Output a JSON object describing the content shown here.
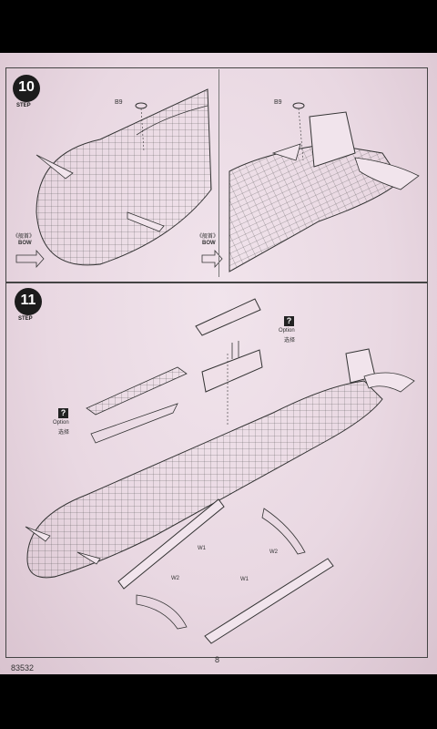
{
  "page": {
    "number": "8",
    "code": "83532"
  },
  "step10": {
    "number": "10",
    "step_label": "STEP",
    "left_part": "B9",
    "right_part": "B9",
    "left_direction_cn": "《舰首》",
    "left_direction_en": "BOW",
    "right_direction_cn": "《舰首》",
    "right_direction_en": "BOW"
  },
  "step11": {
    "number": "11",
    "step_label": "STEP",
    "option_top_en": "Option",
    "option_top_cn": "选择",
    "option_left_en": "Option",
    "option_left_cn": "选择",
    "labels": {
      "w1_top": "W1",
      "w2_top": "W2",
      "w2_bottom": "W2",
      "w1_bottom": "W1"
    }
  }
}
